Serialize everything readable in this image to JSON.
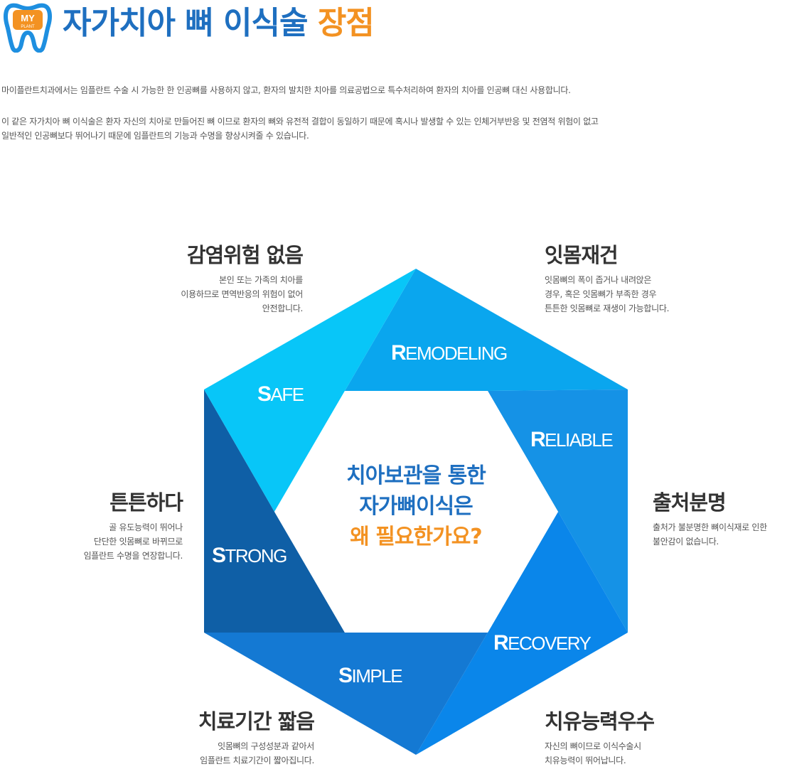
{
  "logo": {
    "text_top": "MY",
    "text_bottom": "PLANT"
  },
  "header": {
    "title_main": "자가치아 뼈 이식술",
    "title_accent": "장점"
  },
  "intro": {
    "p1": "마이플란트치과에서는 임플란트 수술 시 가능한 한 인공뼈를 사용하지 않고, 환자의 발치한 치아를 의료공법으로 특수처리하여 환자의 치아를 인공뼈 대신 사용합니다.",
    "p2_line1": "이 같은 자가치아 뼈 이식술은 환자 자신의 치아로 만들어진 뼈 이므로 환자의 뼈와 유전적 결합이 동일하기 때문에 혹시나 발생할 수 있는 인체거부반응 및 전염적 위험이 없고",
    "p2_line2": "일반적인 인공뼈보다 뛰어나기 때문에 임플란트의 기능과 수명을 향상시켜줄 수 있습니다."
  },
  "center": {
    "line1": "치아보관을 통한",
    "line2": "자가뼈이식은",
    "line3": "왜 필요한가요?"
  },
  "segments": {
    "remodeling": {
      "cap": "R",
      "rest": "EMODELING"
    },
    "reliable": {
      "cap": "R",
      "rest": "ELIABLE"
    },
    "recovery": {
      "cap": "R",
      "rest": "ECOVERY"
    },
    "simple": {
      "cap": "S",
      "rest": "IMPLE"
    },
    "strong": {
      "cap": "S",
      "rest": "TRONG"
    },
    "safe": {
      "cap": "S",
      "rest": "AFE"
    }
  },
  "features": {
    "safe": {
      "title": "감염위험 없음",
      "lines": [
        "본인 또는 가족의 치아를",
        "이용하므로 면역반응의 위험이 없어",
        "안전합니다."
      ]
    },
    "remodeling": {
      "title": "잇몸재건",
      "lines": [
        "잇몸뼈의 폭이 좁거나 내려앉은",
        "경우, 혹은 잇몸뼈가 부족한 경우",
        "튼튼한 잇몸뼈로 재생이 가능합니다."
      ]
    },
    "strong": {
      "title": "튼튼하다",
      "lines": [
        "골 유도능력이 뛰어나",
        "단단한 잇몸뼈로 바뀌므로",
        "임플란트 수명을 연장합니다."
      ]
    },
    "reliable": {
      "title": "출처분명",
      "lines": [
        "출처가 불분명한 뼈이식재로 인한",
        "불안감이 없습니다."
      ]
    },
    "simple": {
      "title": "치료기간 짧음",
      "lines": [
        "잇몸뼈의 구성성분과 같아서",
        "임플란트 치료기간이 짧아집니다."
      ]
    },
    "recovery": {
      "title": "치유능력우수",
      "lines": [
        "자신의 뼈이므로 이식수술시",
        "치유능력이 뛰어납니다."
      ]
    }
  },
  "colors": {
    "title_blue": "#1e6fc0",
    "accent_orange": "#f39222",
    "seg_remodeling": "#0aa6ee",
    "seg_reliable": "#1592e6",
    "seg_recovery": "#0a86ea",
    "seg_simple": "#1479d3",
    "seg_strong": "#0f5fa6",
    "seg_safe": "#08c6f8"
  }
}
